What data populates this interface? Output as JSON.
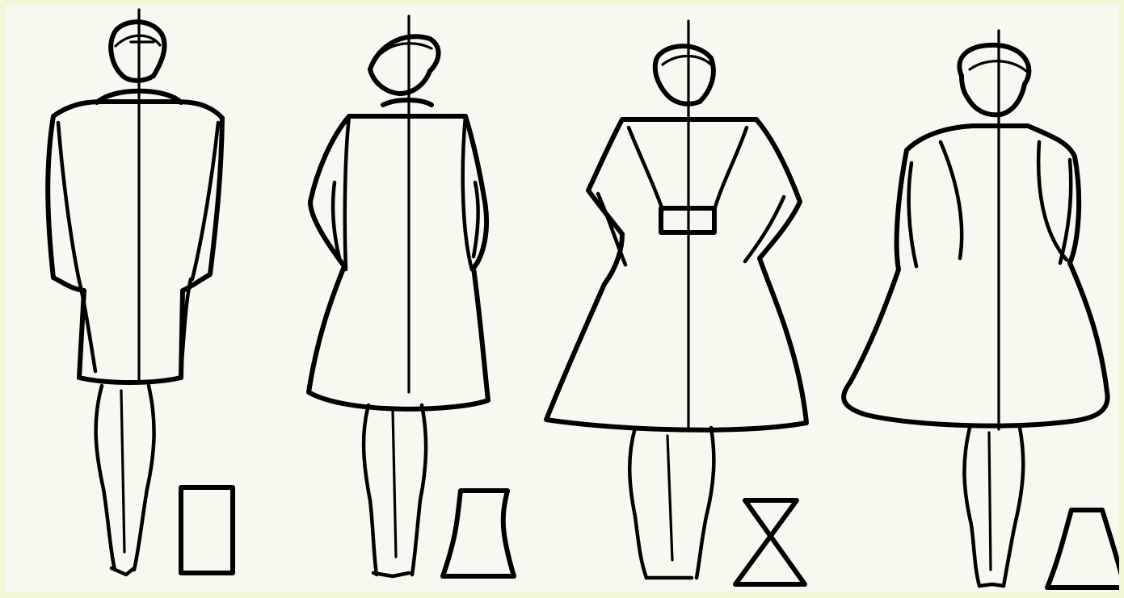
{
  "figure": {
    "background_color": "#f8f8f0",
    "border_color": "#f4f6d8",
    "ink_color": "#000000"
  },
  "silhouettes": [
    {
      "shape": "rectangle-silhouette-figure",
      "icon": "rectangle-icon"
    },
    {
      "shape": "hourglass-silhouette-figure",
      "icon": "hourglass-icon"
    },
    {
      "shape": "x-silhouette-figure",
      "icon": "x-shape-icon"
    },
    {
      "shape": "trapezoid-silhouette-figure",
      "icon": "trapezoid-icon"
    }
  ]
}
